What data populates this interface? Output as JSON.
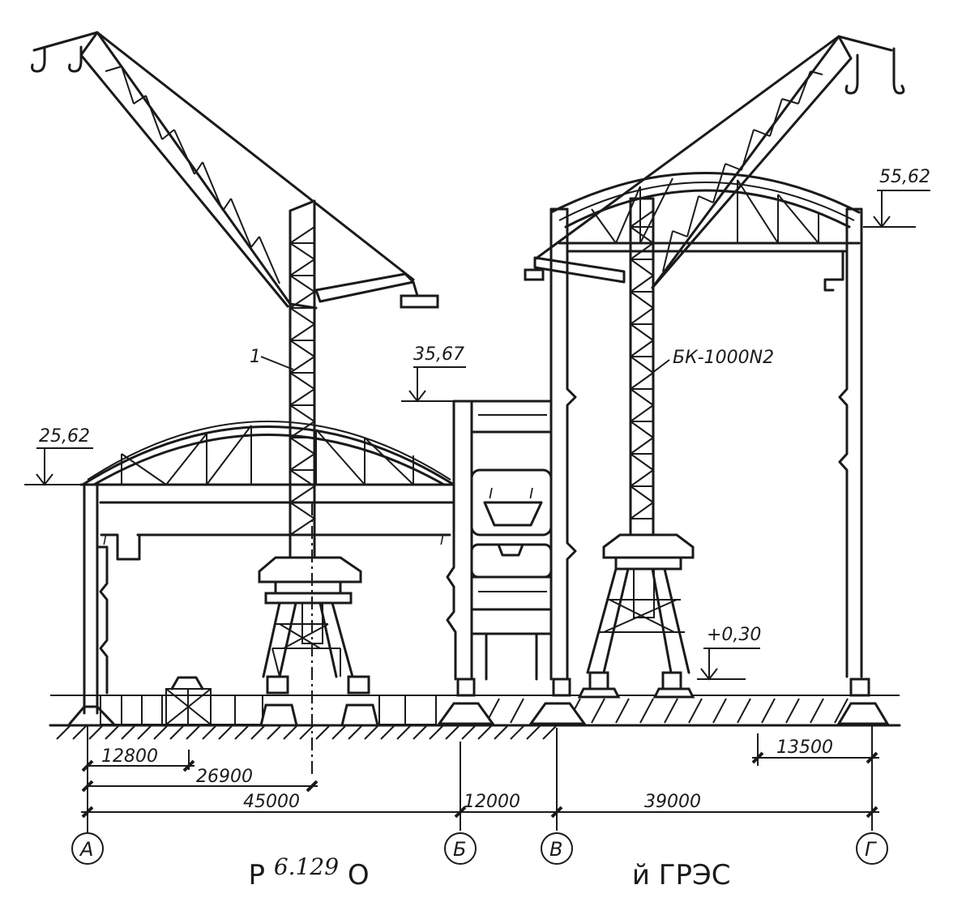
{
  "elevations": {
    "left_roof": "25,62",
    "middle_roof": "35,67",
    "right_roof": "55,62",
    "floor": "+0,30"
  },
  "labels": {
    "crane_left": "1",
    "crane_right": "БК-1000N2"
  },
  "dimensions": {
    "d1": "12800",
    "d2": "26900",
    "d3": "45000",
    "d4": "12000",
    "d5": "39000",
    "d6": "13500"
  },
  "axes": [
    "А",
    "Б",
    "В",
    "Г"
  ],
  "caption": {
    "prefix": "Р",
    "handwritten": "6.129",
    "text": "О                              й ГРЭС"
  }
}
